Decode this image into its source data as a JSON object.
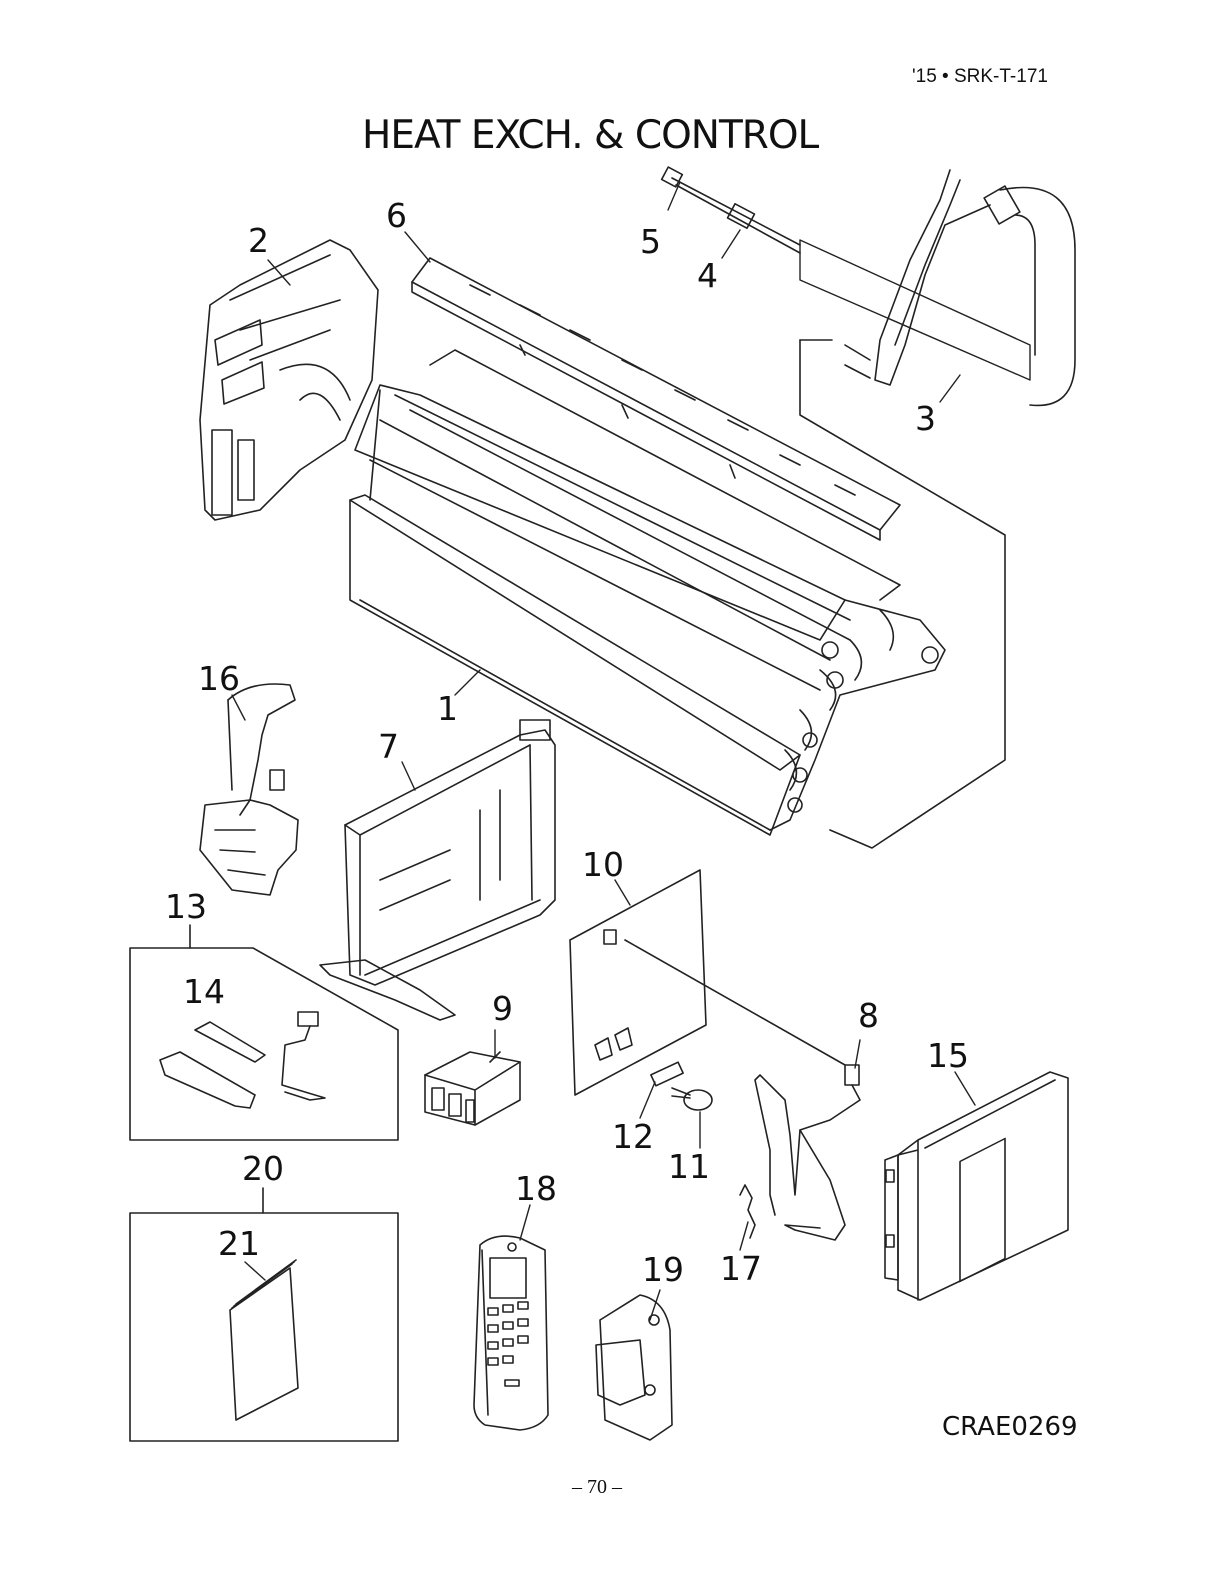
{
  "header": {
    "doc_ref": "'15 • SRK-T-171",
    "title": "HEAT EXCH. & CONTROL"
  },
  "callouts": [
    "1",
    "2",
    "3",
    "4",
    "5",
    "6",
    "7",
    "8",
    "9",
    "10",
    "11",
    "12",
    "13",
    "14",
    "15",
    "16",
    "17",
    "18",
    "19",
    "20",
    "21"
  ],
  "footer": {
    "drawing_code": "CRAE0269",
    "page_number": "– 70 –"
  }
}
